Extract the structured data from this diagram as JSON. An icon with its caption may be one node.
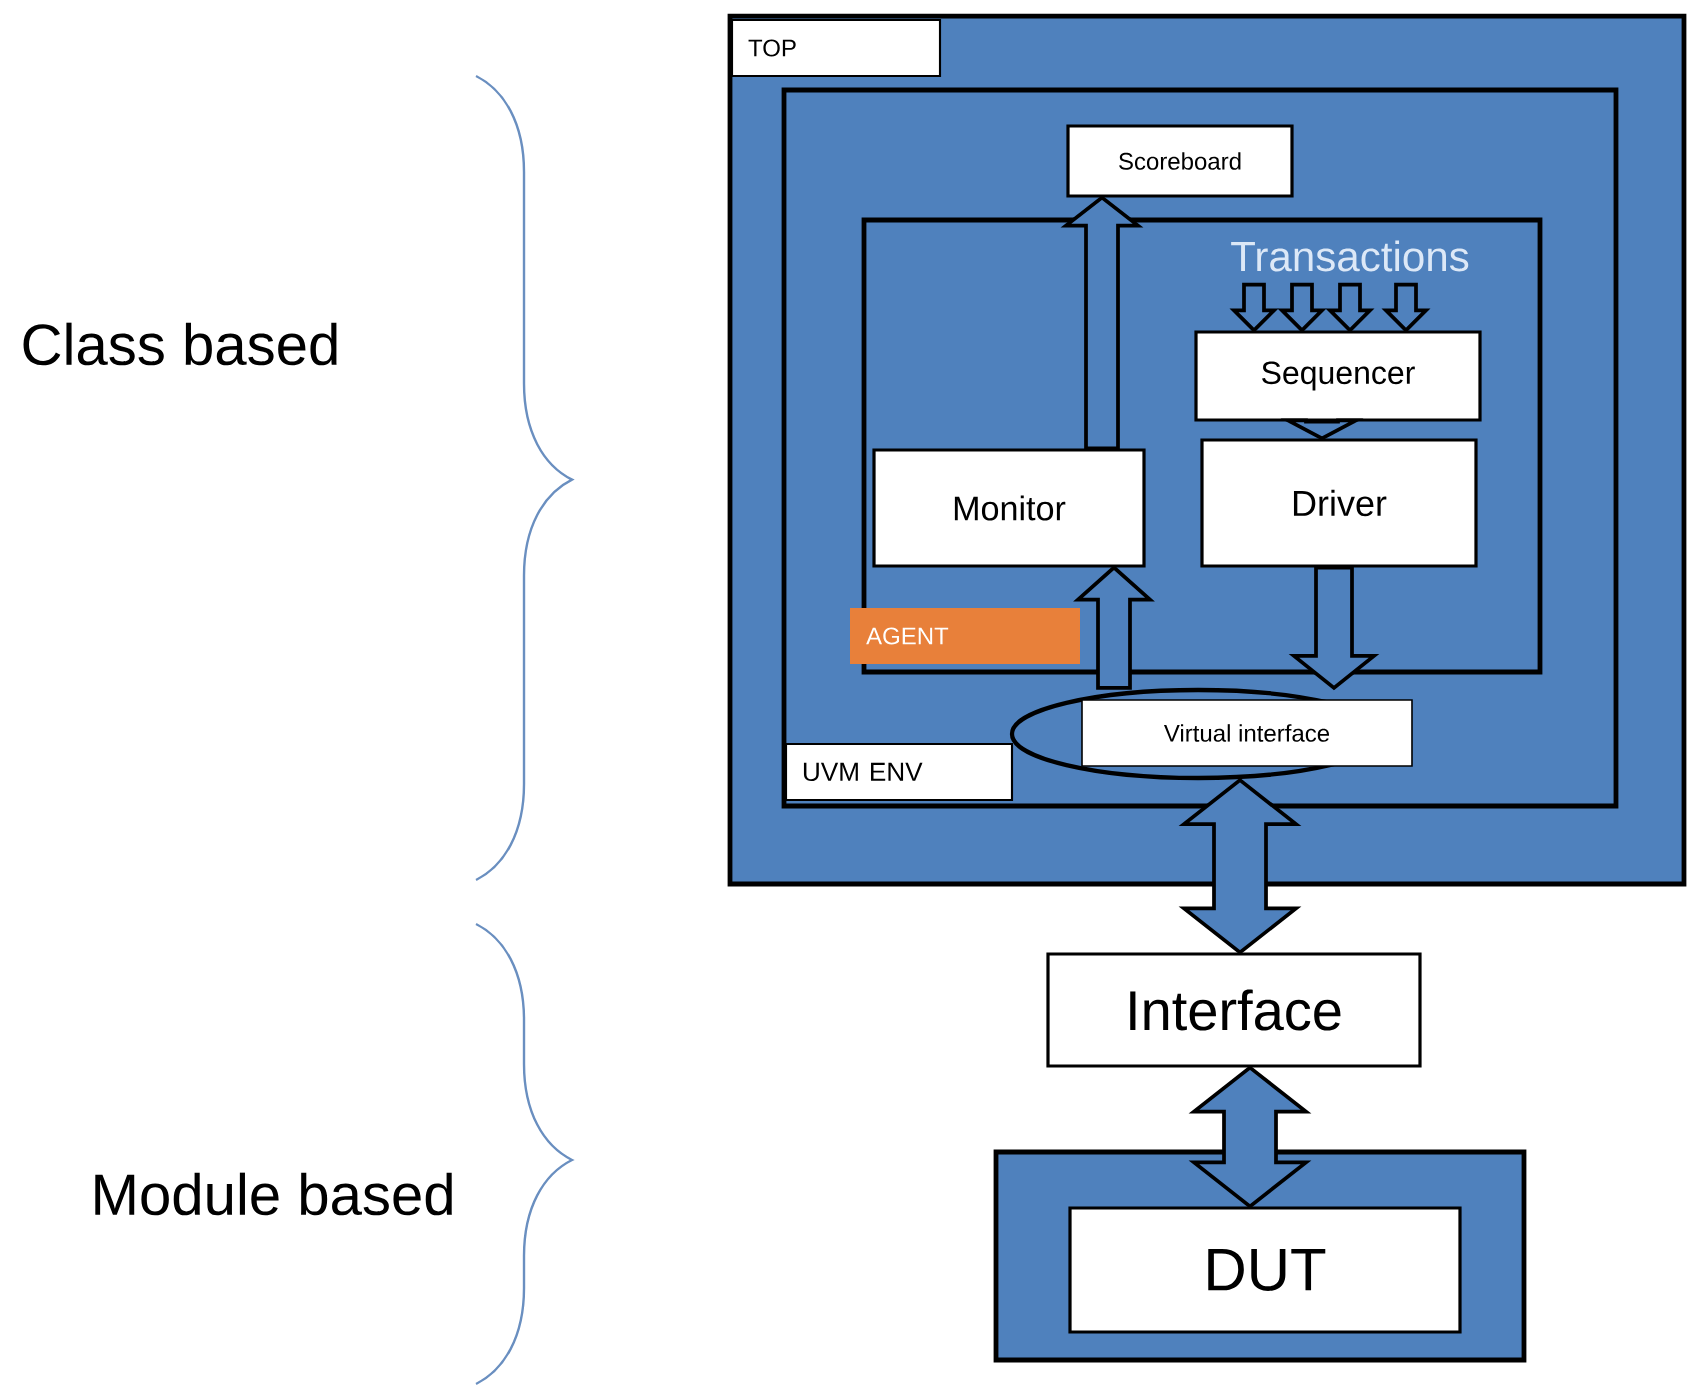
{
  "diagram": {
    "nodes": [
      {
        "text": [
          "TOP"
        ]
      },
      {
        "text": [
          "UVM ENV"
        ],
        "in": 0
      },
      {
        "text": [
          "Scoreboard"
        ],
        "in": 1
      },
      {
        "text": [
          "AGENT"
        ],
        "in": 1
      },
      {
        "text": [
          "Transactions"
        ],
        "in": 3
      },
      {
        "text": [
          "Sequencer"
        ],
        "in": 3
      },
      {
        "text": [
          "Monitor"
        ],
        "in": 3
      },
      {
        "text": [
          "Driver"
        ],
        "in": 3
      },
      {
        "text": [
          "Virtual interface"
        ],
        "in": 1
      },
      {
        "text": [
          "Interface"
        ]
      },
      {
        "text": [],
        "shape": "box"
      },
      {
        "text": [
          "DUT"
        ],
        "in": 10
      }
    ],
    "edges": [
      {
        "from": 6,
        "to": 2,
        "arrow": "to"
      },
      {
        "from": 4,
        "to": 5,
        "arrow": "to"
      },
      {
        "from": 4,
        "to": 5,
        "arrow": "to"
      },
      {
        "from": 4,
        "to": 5,
        "arrow": "to"
      },
      {
        "from": 4,
        "to": 5,
        "arrow": "to"
      },
      {
        "from": 5,
        "to": 7,
        "arrow": "to"
      },
      {
        "from": 8,
        "to": 6,
        "arrow": "to"
      },
      {
        "from": 7,
        "to": 8,
        "arrow": "to"
      },
      {
        "from": 8,
        "to": 9,
        "arrow": "both"
      },
      {
        "from": 9,
        "to": 11,
        "arrow": "both"
      }
    ],
    "labels": [
      "Class based",
      "Module based"
    ]
  }
}
